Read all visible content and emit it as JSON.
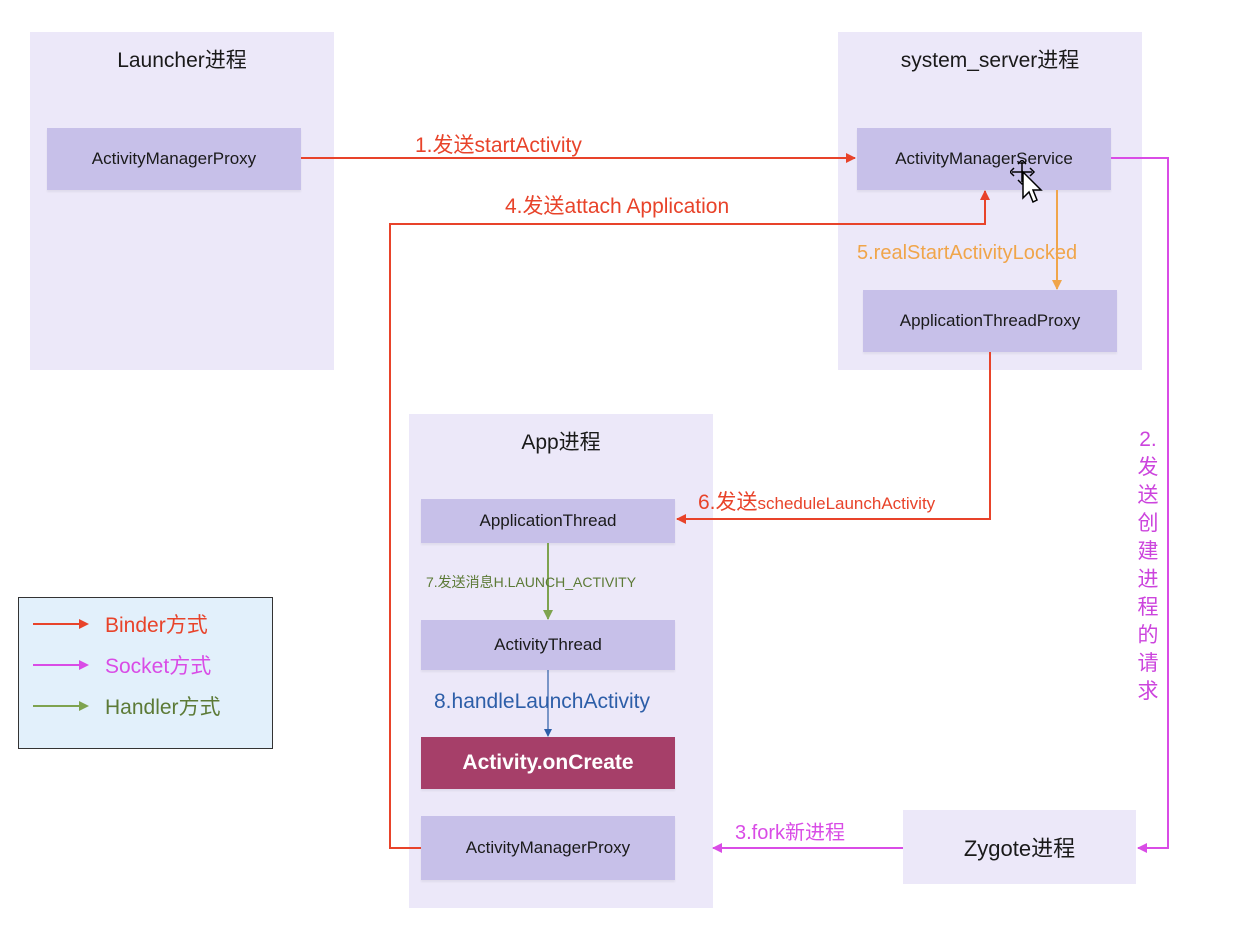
{
  "panels": {
    "launcher": {
      "title": "Launcher进程",
      "box": "ActivityManagerProxy"
    },
    "system_server": {
      "title": "system_server进程",
      "ams": "ActivityManagerService",
      "atp": "ApplicationThreadProxy"
    },
    "app": {
      "title": "App进程",
      "application_thread": "ApplicationThread",
      "activity_thread": "ActivityThread",
      "on_create": "Activity.onCreate",
      "amp": "ActivityManagerProxy"
    },
    "zygote": {
      "title": "Zygote进程"
    }
  },
  "arrows": {
    "a1": "1.发送startActivity",
    "a2": "2.发送创建进程的请求",
    "a3": "3.fork新进程",
    "a4": "4.发送attach Application",
    "a5": "5.realStartActivityLocked",
    "a6_prefix": "6.发送",
    "a6_suffix": "scheduleLaunchActivity",
    "a7": "7.发送消息H.LAUNCH_ACTIVITY",
    "a8": "8.handleLaunchActivity"
  },
  "legend": {
    "binder": "Binder方式",
    "socket": "Socket方式",
    "handler": "Handler方式"
  },
  "colors": {
    "binder": "#e8432a",
    "socket": "#d94ce6",
    "handler": "#7ea34f",
    "realstart": "#f0a54a",
    "handle_launch": "#2d5ea8"
  }
}
